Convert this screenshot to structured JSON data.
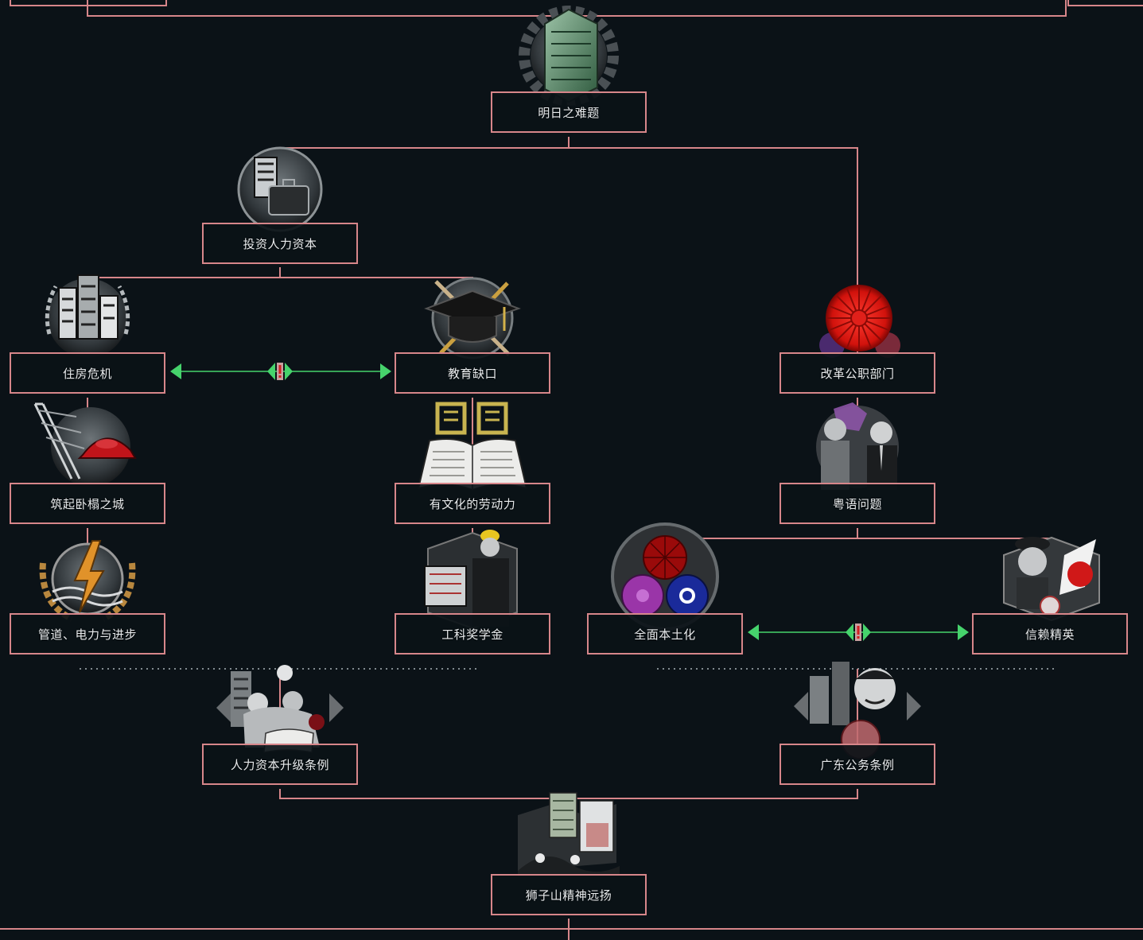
{
  "focus_tree": {
    "nodes": [
      {
        "id": "mingri",
        "label": "明日之难题",
        "icon": "green-skyscraper-gear-icon"
      },
      {
        "id": "touzi",
        "label": "投资人力资本",
        "icon": "briefcase-building-icon"
      },
      {
        "id": "zhufang",
        "label": "住房危机",
        "icon": "housing-crisis-buildings-icon"
      },
      {
        "id": "jiaoyu",
        "label": "教育缺口",
        "icon": "graduation-cap-icon"
      },
      {
        "id": "gaige",
        "label": "改革公职部门",
        "icon": "red-chrysanthemum-icon"
      },
      {
        "id": "zhuqi",
        "label": "筑起卧榻之城",
        "icon": "crane-hardhat-icon"
      },
      {
        "id": "youwenhua",
        "label": "有文化的劳动力",
        "icon": "open-book-icon"
      },
      {
        "id": "yueyu",
        "label": "粤语问题",
        "icon": "officials-portrait-icon"
      },
      {
        "id": "guandao",
        "label": "管道、电力与进步",
        "icon": "lightning-bolt-icon"
      },
      {
        "id": "gongke",
        "label": "工科奖学金",
        "icon": "engineer-blueprint-icon"
      },
      {
        "id": "quanmian",
        "label": "全面本土化",
        "icon": "three-emblems-icon"
      },
      {
        "id": "xinlai",
        "label": "信赖精英",
        "icon": "officer-portrait-icon"
      },
      {
        "id": "renli",
        "label": "人力资本升级条例",
        "icon": "family-portrait-icon"
      },
      {
        "id": "guangdong",
        "label": "广东公务条例",
        "icon": "smiling-man-portrait-icon"
      },
      {
        "id": "shizishan",
        "label": "狮子山精神远扬",
        "icon": "city-night-icon"
      }
    ],
    "exclusive_icon": "mutually-exclusive-icon",
    "colors": {
      "background": "#0b1217",
      "connector": "#d7868a",
      "exclusive": "#46d36c",
      "label_text": "#e9ecee"
    }
  }
}
